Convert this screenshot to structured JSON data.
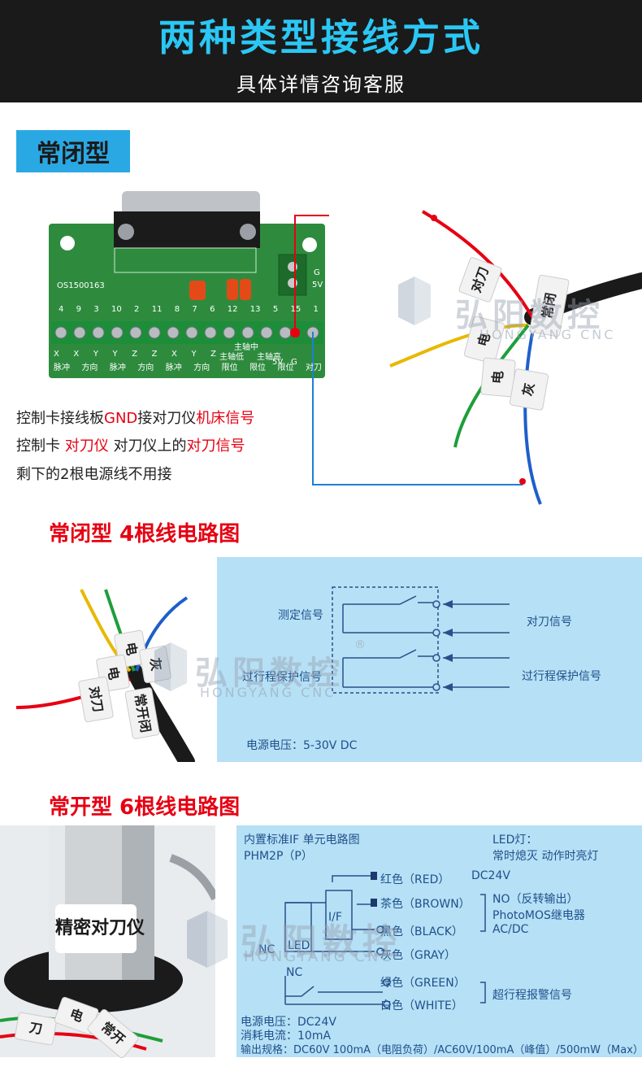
{
  "header": {
    "title": "两种类型接线方式",
    "subtitle": "具体详情咨询客服"
  },
  "nc_section": {
    "badge": "常闭型",
    "board_id": "OS1500163",
    "terminal_numbers": [
      "4",
      "9",
      "3",
      "10",
      "2",
      "11",
      "8",
      "7",
      "6",
      "12",
      "13",
      "5",
      "15",
      "1"
    ],
    "bottom_labels": [
      "X",
      "X",
      "Y",
      "Y",
      "Z",
      "Z",
      "X",
      "Y",
      "Z",
      "5V",
      "G"
    ],
    "bottom_labels2": [
      "脉冲",
      "方向",
      "脉冲",
      "方向",
      "脉冲",
      "方向",
      "限位",
      "限位",
      "限位",
      "主轴中",
      "主轴低",
      "主轴高",
      "对刀"
    ],
    "side_labels": [
      "5V",
      "G"
    ],
    "instructions": {
      "line1_a": "控制卡接线板",
      "line1_b": "GND",
      "line1_c": "接对刀仪",
      "line1_d": "机床信号",
      "line2_a": "控制卡 ",
      "line2_b": "对刀仪",
      "line2_c": " 对刀仪上的",
      "line2_d": "对刀信号",
      "line3": "剩下的2根电源线不用接"
    },
    "cable_tags": [
      "对刀",
      "常闭",
      "电",
      "电",
      "灰"
    ]
  },
  "nc_diagram": {
    "title": "常闭型  4根线电路图",
    "left_labels": [
      "测定信号",
      "过行程保护信号"
    ],
    "right_labels": [
      "对刀信号",
      "过行程保护信号"
    ],
    "power": "电源电压：5-30V DC",
    "tags": [
      "电",
      "电",
      "对刀",
      "常开闭",
      "灰"
    ]
  },
  "no_diagram": {
    "title": "常开型  6根线电路图",
    "probe_label": "精密对刀仪",
    "tags": [
      "刀",
      "电",
      "常开"
    ],
    "unit_line1": "内置标准IF 单元电路图",
    "unit_line2": "PHM2P（P）",
    "led_line1": "LED灯：",
    "led_line2": "常时熄灭 动作时亮灯",
    "wires": [
      "红色（RED）",
      "茶色（BROWN）",
      "黑色（BLACK）",
      "灰色（GRAY）",
      "绿色（GREEN）",
      "白色（WHITE）"
    ],
    "dc24v": "DC24V",
    "no_line1": "NO（反转输出）",
    "no_line2": "PhotoMOS继电器",
    "no_line3": "AC/DC",
    "over_travel": "超行程报警信号",
    "if_label": "I/F",
    "led_label": "LED",
    "nc_label": "NC",
    "spec_voltage": "电源电压：DC24V",
    "spec_current": "消耗电流：10mA",
    "spec_output": "输出规格：DC60V 100mA（电阻负荷）/AC60V/100mA（峰值）/500mW（Max）"
  },
  "watermark": {
    "cn": "弘阳数控",
    "en": "HONGYANG CNC",
    "reg": "®"
  },
  "colors": {
    "accent": "#2bc7f4",
    "red": "#e60012",
    "panel": "#b6e0f5",
    "pcb": "#2e8b3e"
  }
}
